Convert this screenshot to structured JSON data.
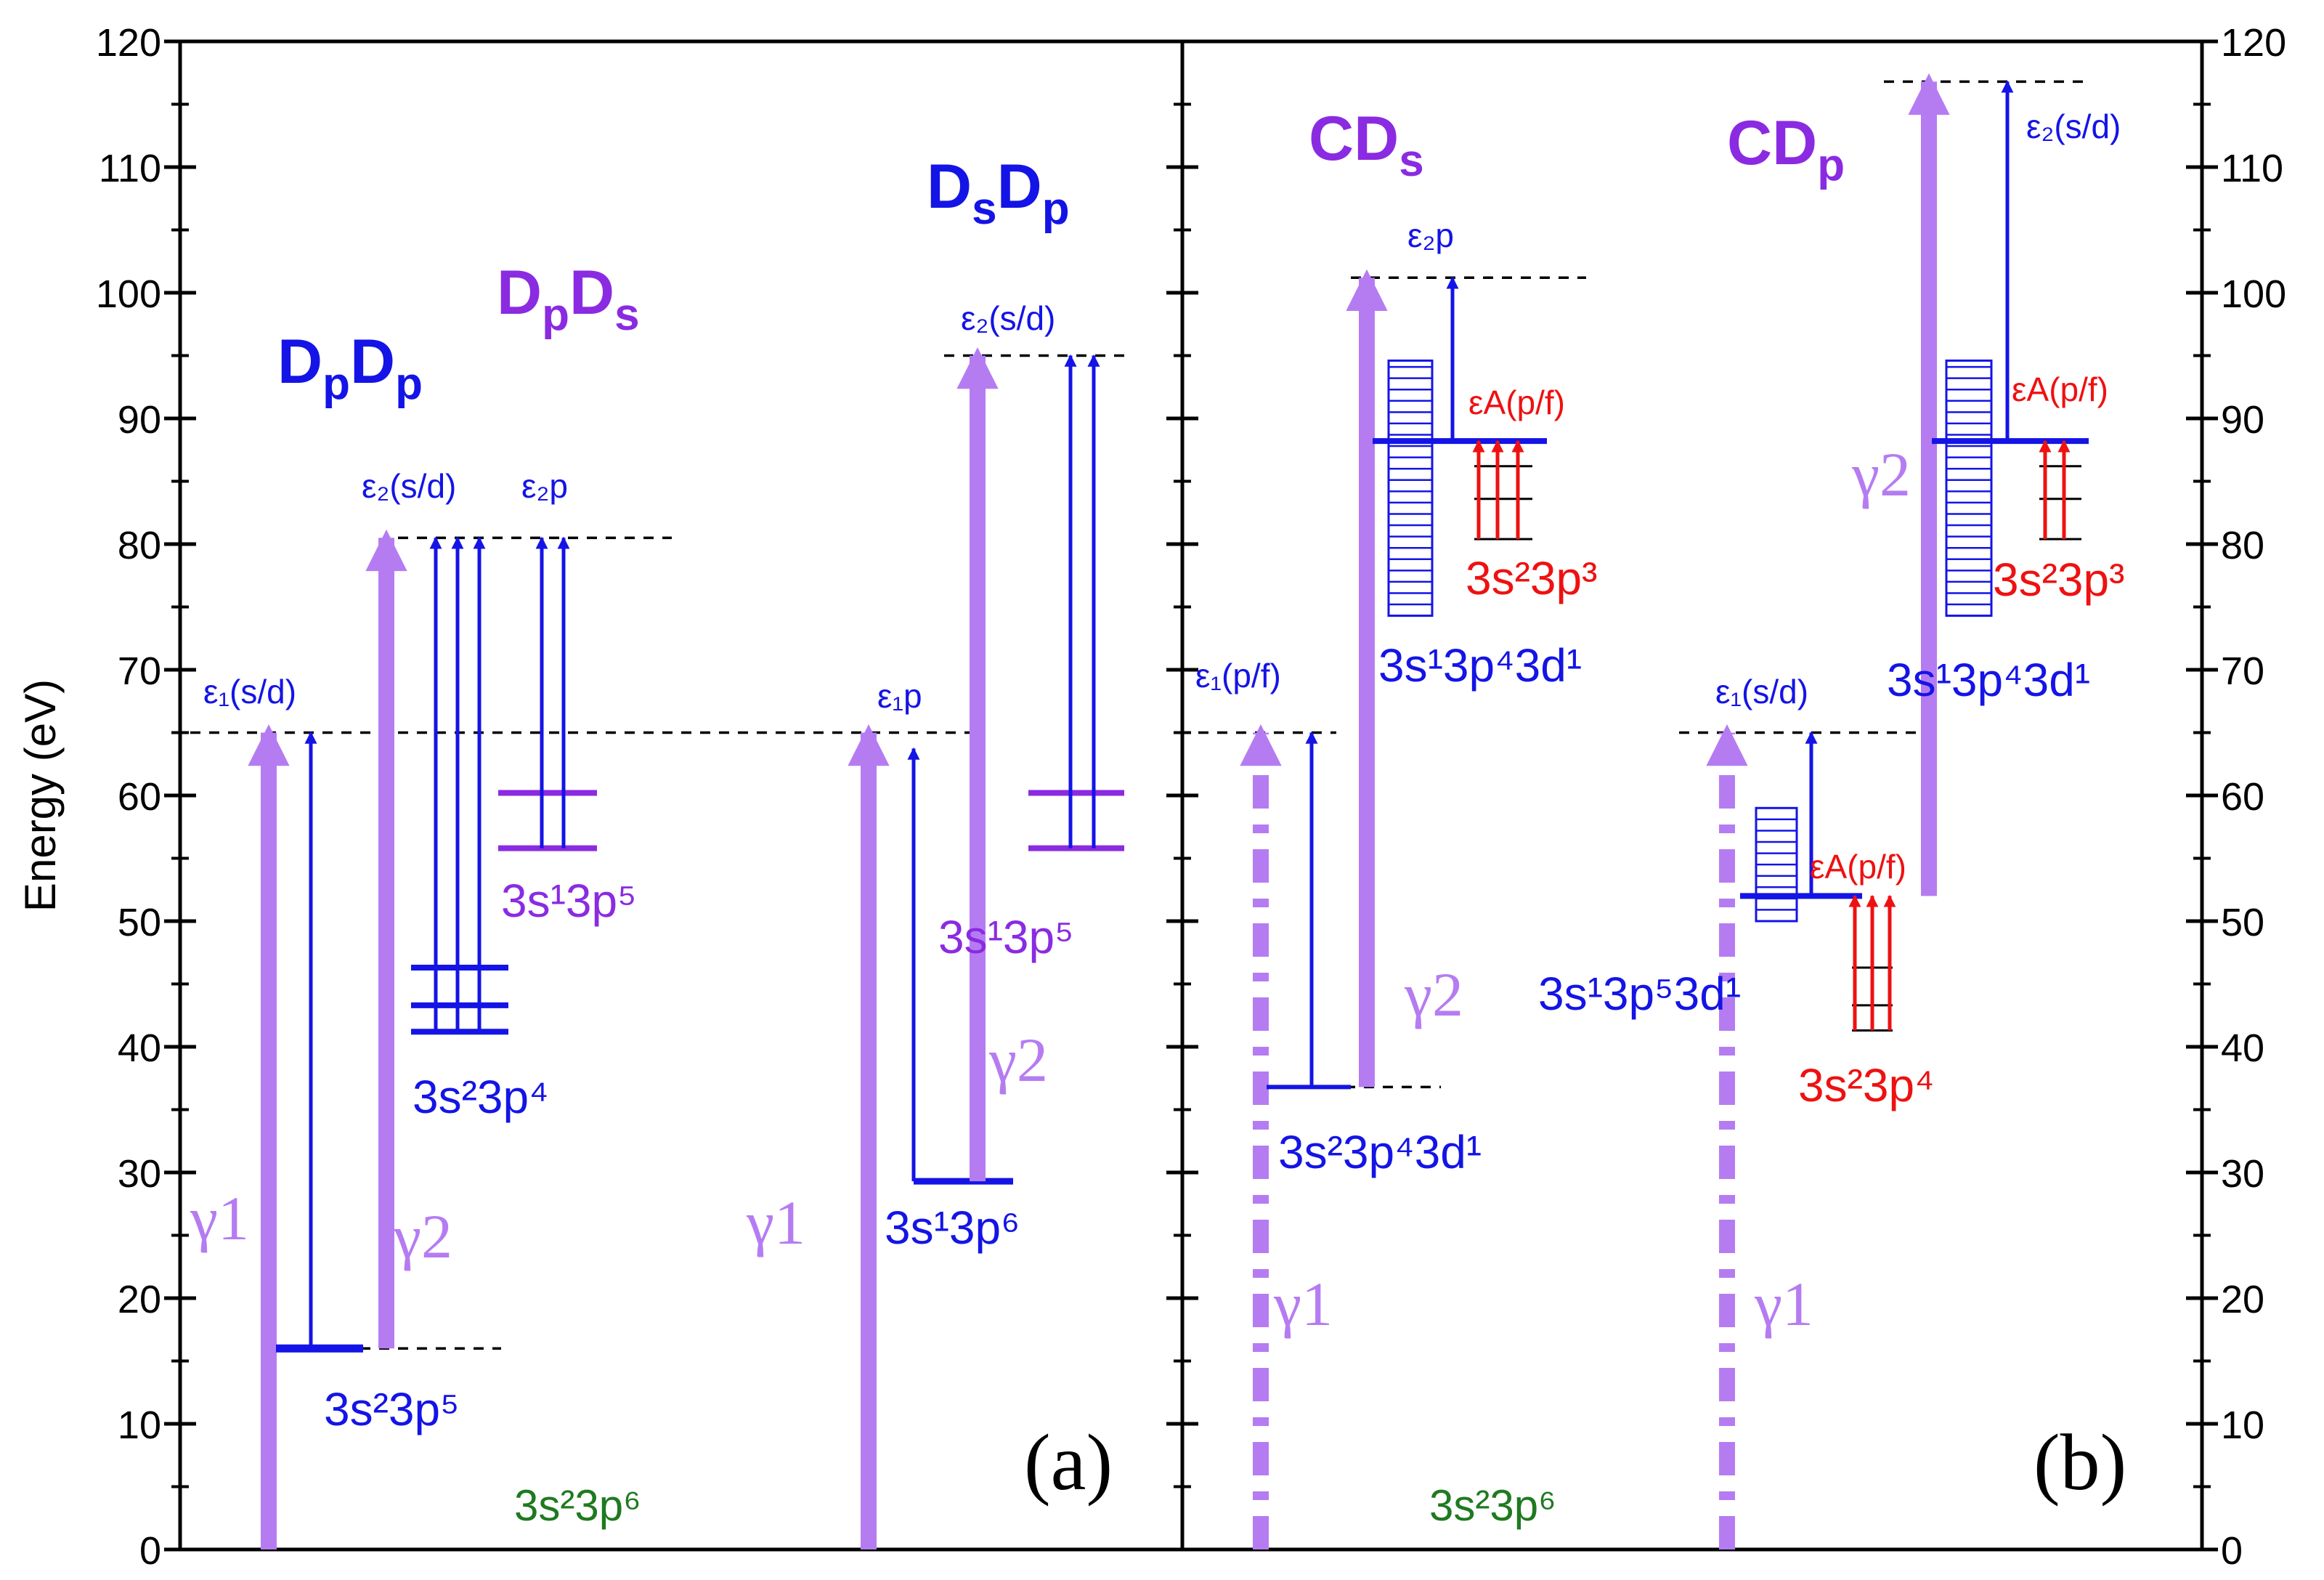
{
  "colors": {
    "violet": "#b57cf2",
    "purple": "#8a2be2",
    "blue": "#1414e6",
    "red": "#ee1111",
    "green": "#1f7a1f",
    "axis": "#000000"
  },
  "axis": {
    "label": "Energy (eV)",
    "ylim": [
      0,
      120
    ],
    "ticks": [
      "0",
      "10",
      "20",
      "30",
      "40",
      "50",
      "60",
      "70",
      "80",
      "90",
      "100",
      "110",
      "120"
    ]
  },
  "panels": {
    "a": {
      "tag": "(a)",
      "ground": "3s²3p⁶",
      "dpdp": {
        "main": "D",
        "sub1": "p",
        "main2": "D",
        "sub2": "p"
      },
      "dpds": {
        "main": "D",
        "sub1": "p",
        "main2": "D",
        "sub2": "s"
      },
      "dsdp": {
        "main": "D",
        "sub1": "s",
        "main2": "D",
        "sub2": "p"
      },
      "labels": {
        "eps1_sd": "ε₁(s/d)",
        "eps2_sd": "ε₂(s/d)",
        "eps2p": "ε₂p",
        "eps1p": "ε₁p",
        "eps2_sd_right": "ε₂(s/d)",
        "gamma1_left": "γ1",
        "gamma2_left": "γ2",
        "gamma1_right": "γ1",
        "gamma2_right": "γ2",
        "config_3s23p5": "3s²3p⁵",
        "config_3s23p4": "3s²3p⁴",
        "config_3s13p5_left": "3s¹3p⁵",
        "config_3s13p6": "3s¹3p⁶",
        "config_3s13p5_right": "3s¹3p⁵"
      },
      "levels_eV": {
        "threshold_single": 65,
        "threshold_double_left": 80.5,
        "threshold_double_right": 95,
        "s2p5": 16,
        "s2p4": [
          41.2,
          43.3,
          46.3
        ],
        "s1p5": [
          55.8,
          60.2
        ],
        "s1p6": 29.3
      }
    },
    "b": {
      "tag": "(b)",
      "ground": "3s²3p⁶",
      "cds": {
        "main": "CD",
        "sub": "s"
      },
      "cdp": {
        "main": "CD",
        "sub": "p"
      },
      "labels": {
        "eps1_pf": "ε₁(p/f)",
        "eps2p": "ε₂p",
        "epsA_pf_1": "εA(p/f)",
        "eps1_sd": "ε₁(s/d)",
        "eps2_sd": "ε₂(s/d)",
        "epsA_pf_2": "εA(p/f)",
        "epsA_pf_3": "εA(p/f)",
        "gamma1_left": "γ1",
        "gamma2_left": "γ2",
        "gamma1_right": "γ1",
        "gamma2_right": "γ2",
        "config_3s23p43d1": "3s²3p⁴3d¹",
        "config_3s13p43d1_left": "3s¹3p⁴3d¹",
        "config_3s23p3_left": "3s²3p³",
        "config_3s13p53d1": "3s¹3p⁵3d¹",
        "config_3s23p4": "3s²3p⁴",
        "config_3s13p43d1_right": "3s¹3p⁴3d¹",
        "config_3s23p3_right": "3s²3p³"
      },
      "levels_eV": {
        "threshold_single": 65,
        "threshold_double_cds": 101.2,
        "threshold_double_cdp": 116.8,
        "s2p4d1": 36.8,
        "s1p4d1_band": [
          74.3,
          94.6
        ],
        "s1p4d1_mean": 88.2,
        "s1p5d1_band": [
          50,
          59
        ],
        "s1p5d1_mean": 52,
        "s2p3": [
          80.4,
          83.6,
          86.2
        ],
        "s2p4_small": [
          41.3,
          43.3,
          46.3
        ]
      }
    }
  }
}
